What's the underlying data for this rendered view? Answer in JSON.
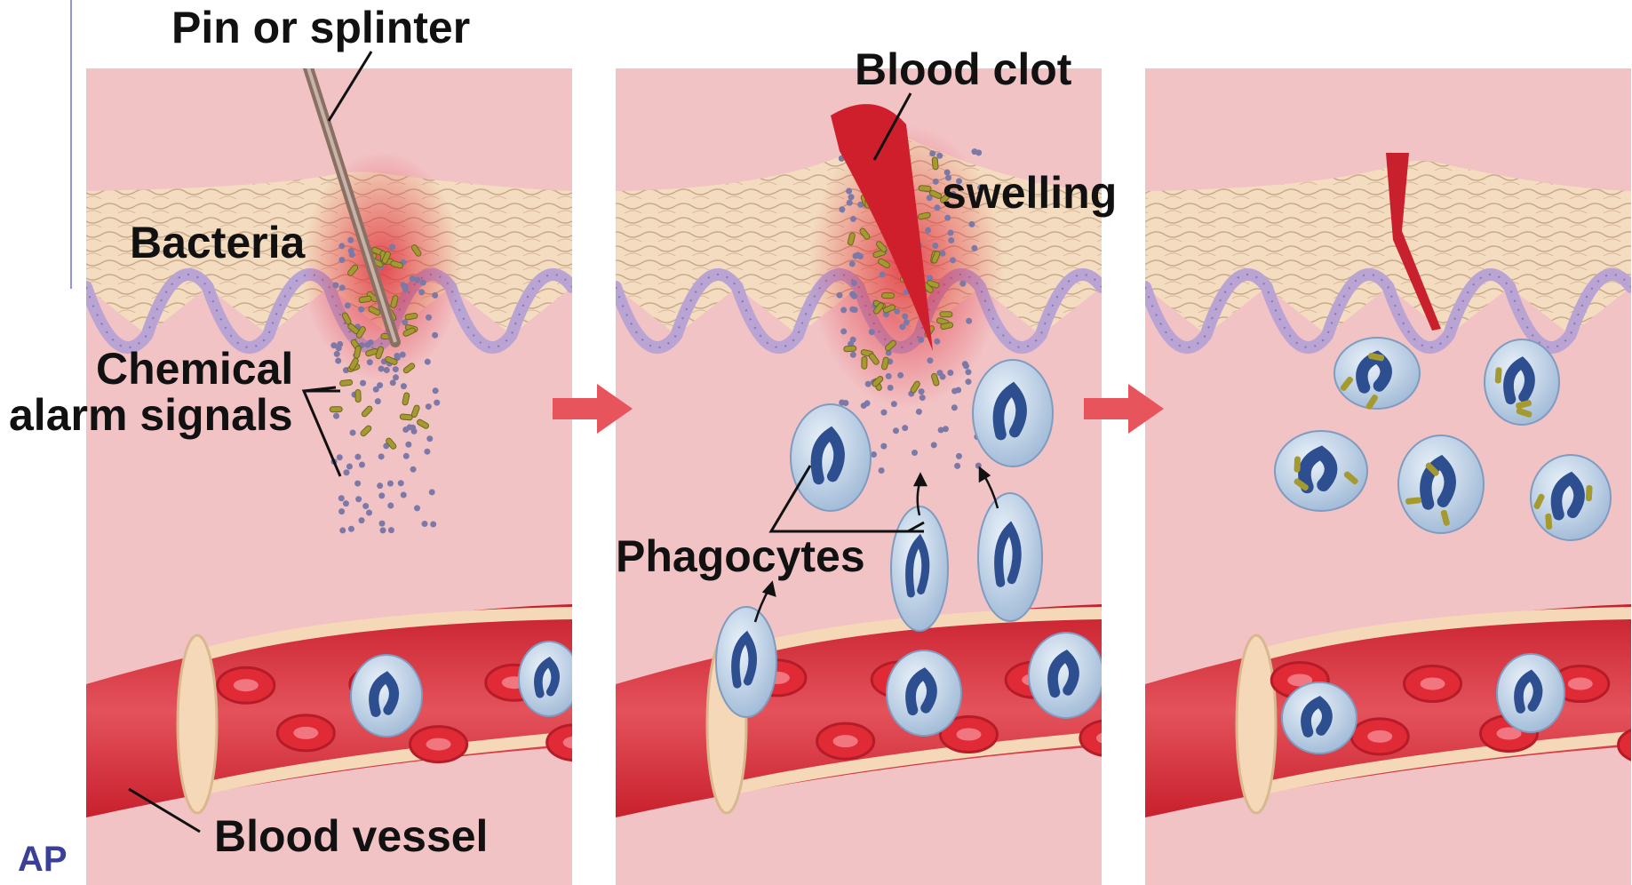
{
  "labels": {
    "pin": "Pin or splinter",
    "bacteria": "Bacteria",
    "chem1": "Chemical",
    "chem2": "alarm signals",
    "vessel": "Blood vessel",
    "clot": "Blood clot",
    "swelling": "swelling",
    "phago": "Phagocytes",
    "corner": "AP"
  },
  "colors": {
    "sky": "#86b8cb",
    "epidermis": "#f3dcc0",
    "dermis": "#f2c3c5",
    "basement": "#b9a4d4",
    "vessel": "#dd3a45",
    "rbc": "#e02a36",
    "phagocyte": "#b8d0e6",
    "nucleus": "#2d4f8f",
    "bacteria": "#a49a30",
    "signal": "#7c79a8",
    "arrow": "#e8545c",
    "corner_text": "#3a3f98"
  }
}
